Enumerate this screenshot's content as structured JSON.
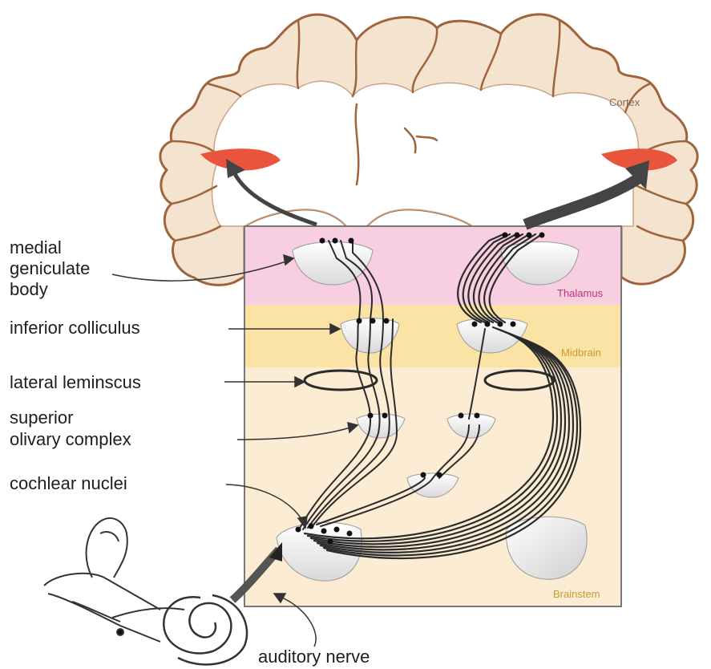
{
  "diagram": {
    "labels": {
      "cortex": "Cortex",
      "thalamus": "Thalamus",
      "midbrain": "Midbrain",
      "brainstem": "Brainstem",
      "medial_geniculate": [
        "medial",
        "geniculate",
        "body"
      ],
      "inferior_colliculus": "inferior colliculus",
      "lateral_lemniscus": "lateral leminscus",
      "superior_olivary": [
        "superior",
        "olivary complex"
      ],
      "cochlear_nuclei": "cochlear nuclei",
      "auditory_nerve": "auditory nerve"
    },
    "colors": {
      "cortex_fill": "#f3e3cf",
      "cortex_outline": "#a0643c",
      "auditory_cortex": "#e8553c",
      "thalamus_band": "#f7cfe0",
      "midbrain_band": "#fbe3a6",
      "brainstem_band": "#fbecd3",
      "thalamus_text": "#c2307a",
      "midbrain_text": "#c99a2e",
      "brainstem_text": "#c99a2e",
      "cortex_text": "#8a6a55",
      "fiber": "#2b2b2b"
    }
  }
}
